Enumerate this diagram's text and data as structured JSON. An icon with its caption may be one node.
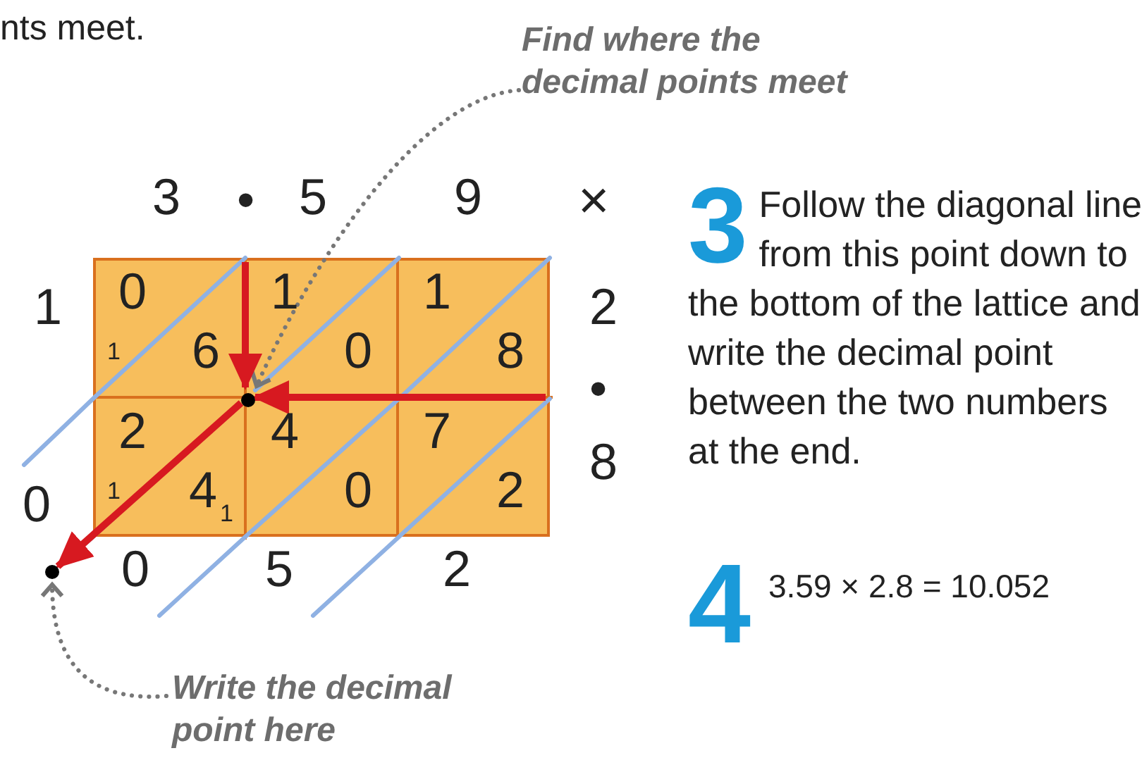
{
  "diagram": {
    "nodes": [
      {
        "text": [
          "Find where the decimal points meet"
        ]
      },
      {
        "text": [],
        "shape": "box"
      },
      {
        "text": [],
        "shape": "circle",
        "in": 1
      },
      {
        "text": [],
        "shape": "circle"
      },
      {
        "text": [
          "Write the decimal point here"
        ]
      }
    ],
    "edges": [
      {
        "from": 0,
        "to": 2,
        "arrow": "to",
        "style": "dashed",
        "color": "#777777"
      },
      {
        "from": 1,
        "to": 2,
        "arrow": "to"
      },
      {
        "from": 1,
        "to": 2,
        "arrow": "to"
      },
      {
        "from": 2,
        "to": 3,
        "arrow": "to"
      },
      {
        "from": 4,
        "to": 3,
        "arrow": "to",
        "style": "dashed",
        "color": "#777777"
      }
    ],
    "labels": [
      "nts meet.",
      "3",
      "•",
      "5",
      "9",
      "×",
      "0",
      "1",
      "1",
      "1",
      "1",
      "6",
      "0",
      "8",
      "2",
      "2",
      "4",
      "7",
      "•",
      "0",
      "1",
      "4",
      "1",
      "0",
      "2",
      "8",
      "0",
      "5",
      "2",
      "3",
      "Follow the diagonal line from this point down to the bottom of the lattice and write the decimal point between the two numbers at the end.",
      "4",
      "3.59 × 2.8 = 10.052"
    ]
  }
}
